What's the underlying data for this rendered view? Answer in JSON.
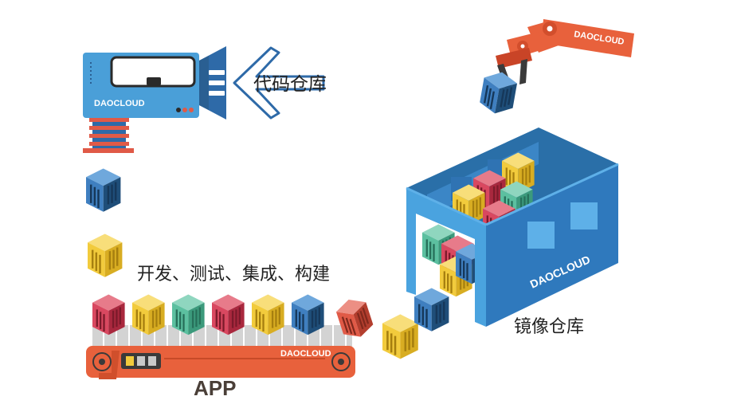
{
  "labels": {
    "code_repo": "代码仓库",
    "steps": "开发、测试、集成、构建",
    "image_repo": "镜像仓库",
    "app": "APP"
  },
  "brand": {
    "logo_text": "DAOCLOUD"
  },
  "colors": {
    "blue": "#3f88c5",
    "sky": "#4a9fd8",
    "navy": "#1f4e79",
    "red": "#e05a47",
    "orange": "#e8613c",
    "yellow": "#f2cb3c",
    "teal": "#5cc0a0",
    "crimson": "#d94860"
  }
}
